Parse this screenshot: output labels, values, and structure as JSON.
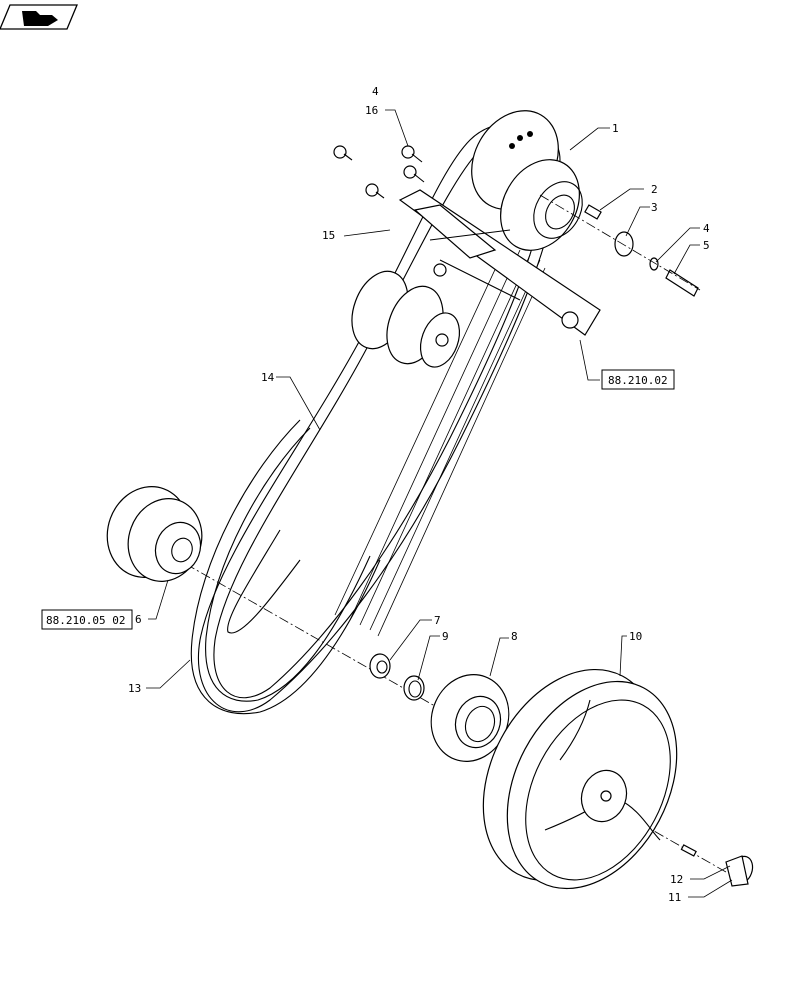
{
  "icon": "arrow-folder-icon",
  "callouts": {
    "c1": "1",
    "c2": "2",
    "c3": "3",
    "c4a": "4",
    "c4b": "4",
    "c5": "5",
    "c6": "6",
    "c7": "7",
    "c8": "8",
    "c9": "9",
    "c10": "10",
    "c11": "11",
    "c12": "12",
    "c13": "13",
    "c14": "14",
    "c15": "15",
    "c16": "16"
  },
  "references": {
    "ref_upper": "88.210.02",
    "ref_left": "88.210.05 02"
  }
}
